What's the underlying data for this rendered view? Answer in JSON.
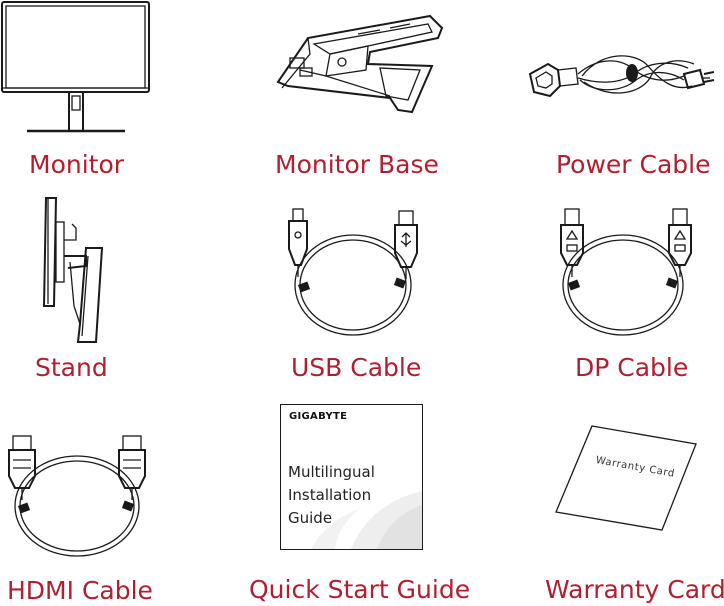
{
  "items": [
    {
      "label": "Monitor",
      "icon": "monitor-icon"
    },
    {
      "label": "Monitor Base",
      "icon": "monitor-base-icon"
    },
    {
      "label": "Power Cable",
      "icon": "power-cable-icon"
    },
    {
      "label": "Stand",
      "icon": "stand-icon"
    },
    {
      "label": "USB Cable",
      "icon": "usb-cable-icon"
    },
    {
      "label": "DP Cable",
      "icon": "dp-cable-icon"
    },
    {
      "label": "HDMI Cable",
      "icon": "hdmi-cable-icon"
    },
    {
      "label": "Quick Start Guide",
      "icon": "quick-start-guide-icon"
    },
    {
      "label": "Warranty Card",
      "icon": "warranty-card-icon"
    }
  ],
  "quick_start_guide": {
    "brand": "GIGABYTE",
    "lines": [
      "Multilingual",
      "Installation",
      "Guide"
    ]
  },
  "warranty_card": {
    "text": "Warranty Card"
  },
  "colors": {
    "label": "#b01e2f",
    "ink": "#1a1a1a"
  }
}
